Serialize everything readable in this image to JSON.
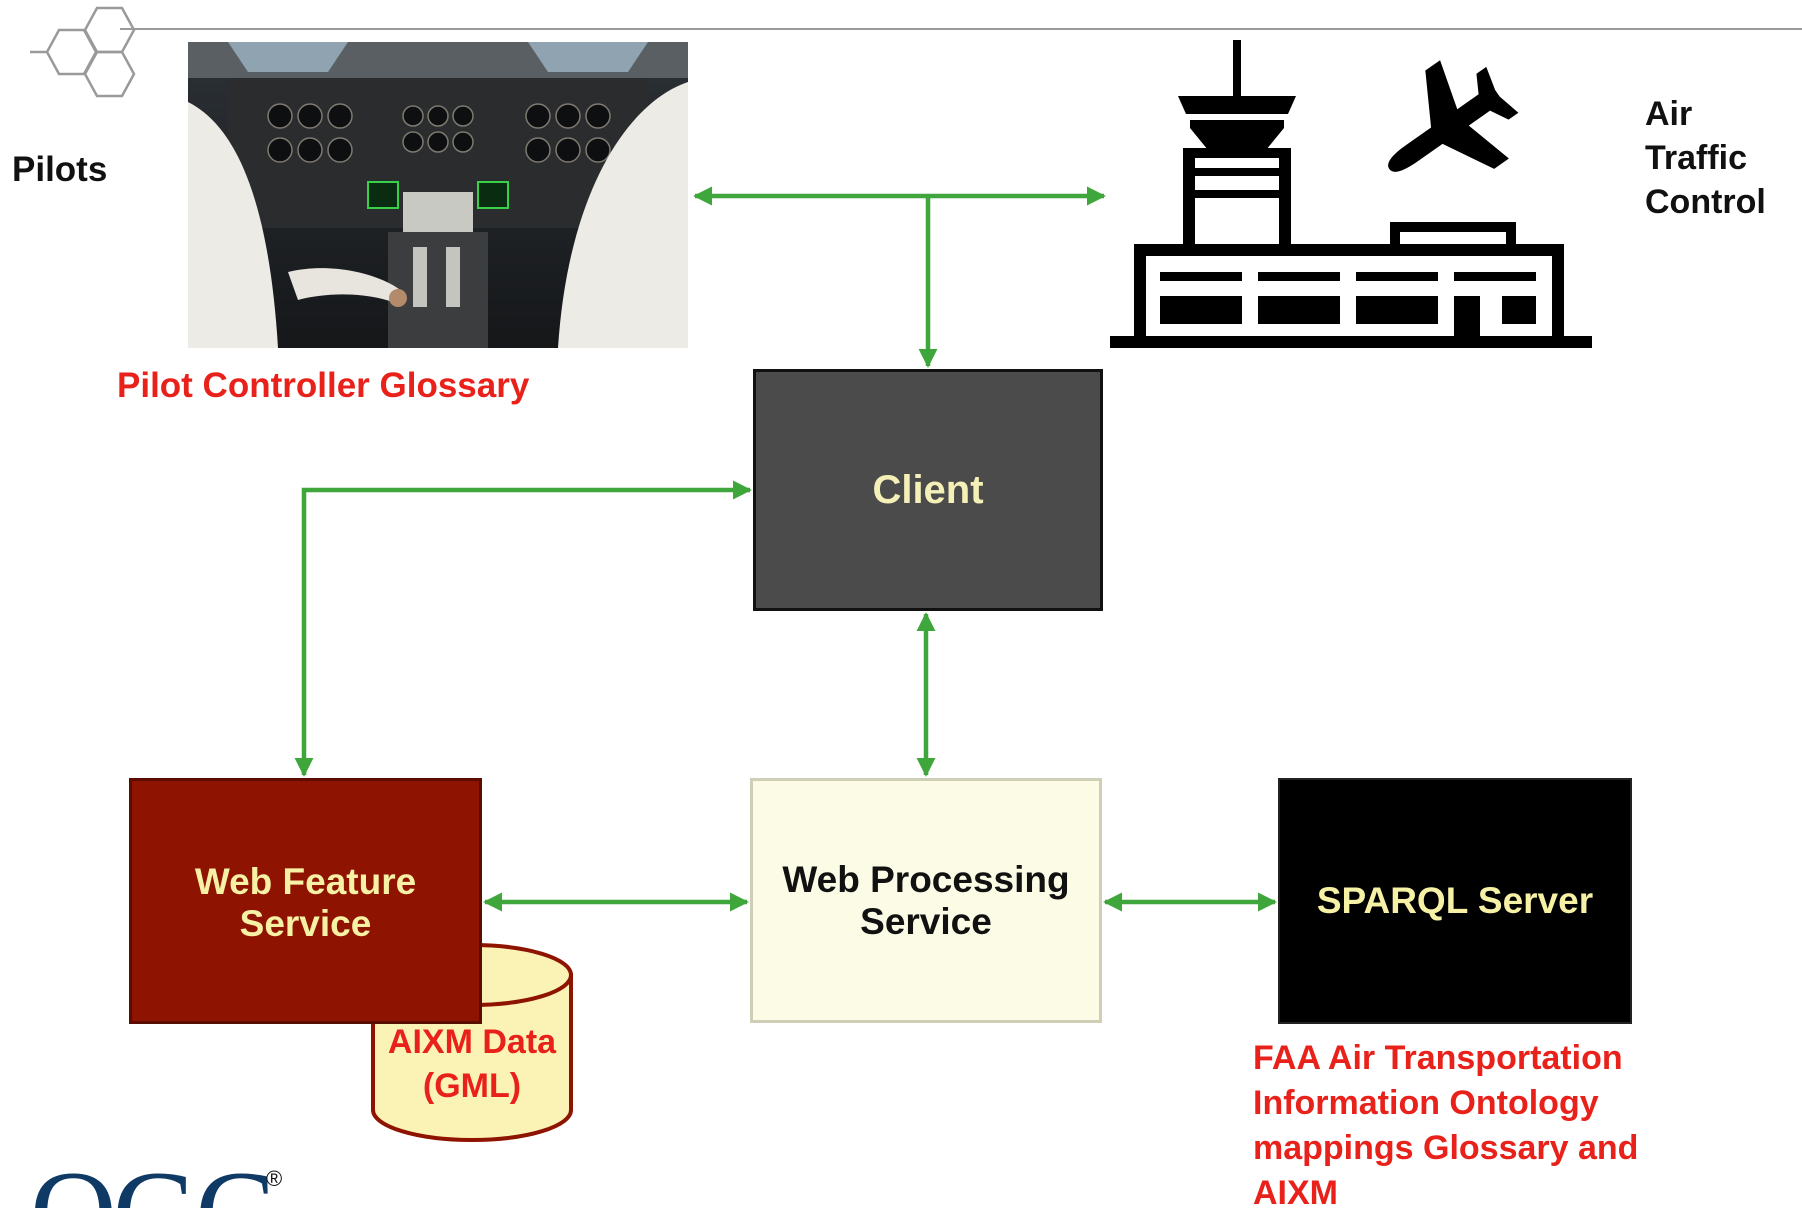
{
  "labels": {
    "pilots": "Pilots",
    "air_traffic_control": [
      "Air",
      "Traffic",
      "Control"
    ],
    "pilot_controller_glossary": "Pilot Controller Glossary",
    "faa_ontology": [
      "FAA Air Transportation",
      "Information Ontology",
      "mappings Glossary  and",
      "AIXM"
    ],
    "logo_text": "OGC",
    "logo_mark": "®"
  },
  "nodes": {
    "client": "Client",
    "web_feature_service": [
      "Web Feature",
      "Service"
    ],
    "web_processing_service": [
      "Web Processing",
      "Service"
    ],
    "sparql_server": "SPARQL Server",
    "aixm_data": [
      "AIXM Data",
      "(GML)"
    ]
  },
  "colors": {
    "arrow": "#3ea63b",
    "accent_red": "#e8221b",
    "client_fill": "#4b4b4b",
    "wfs_fill": "#8e1300",
    "wps_fill": "#fbfbe6",
    "sparql_fill": "#000000",
    "cylinder_fill": "#fbf3b6"
  },
  "icons": [
    "hexagon-logo-icon",
    "cockpit-photo",
    "control-tower-icon",
    "airplane-icon",
    "database-cylinder-icon"
  ]
}
